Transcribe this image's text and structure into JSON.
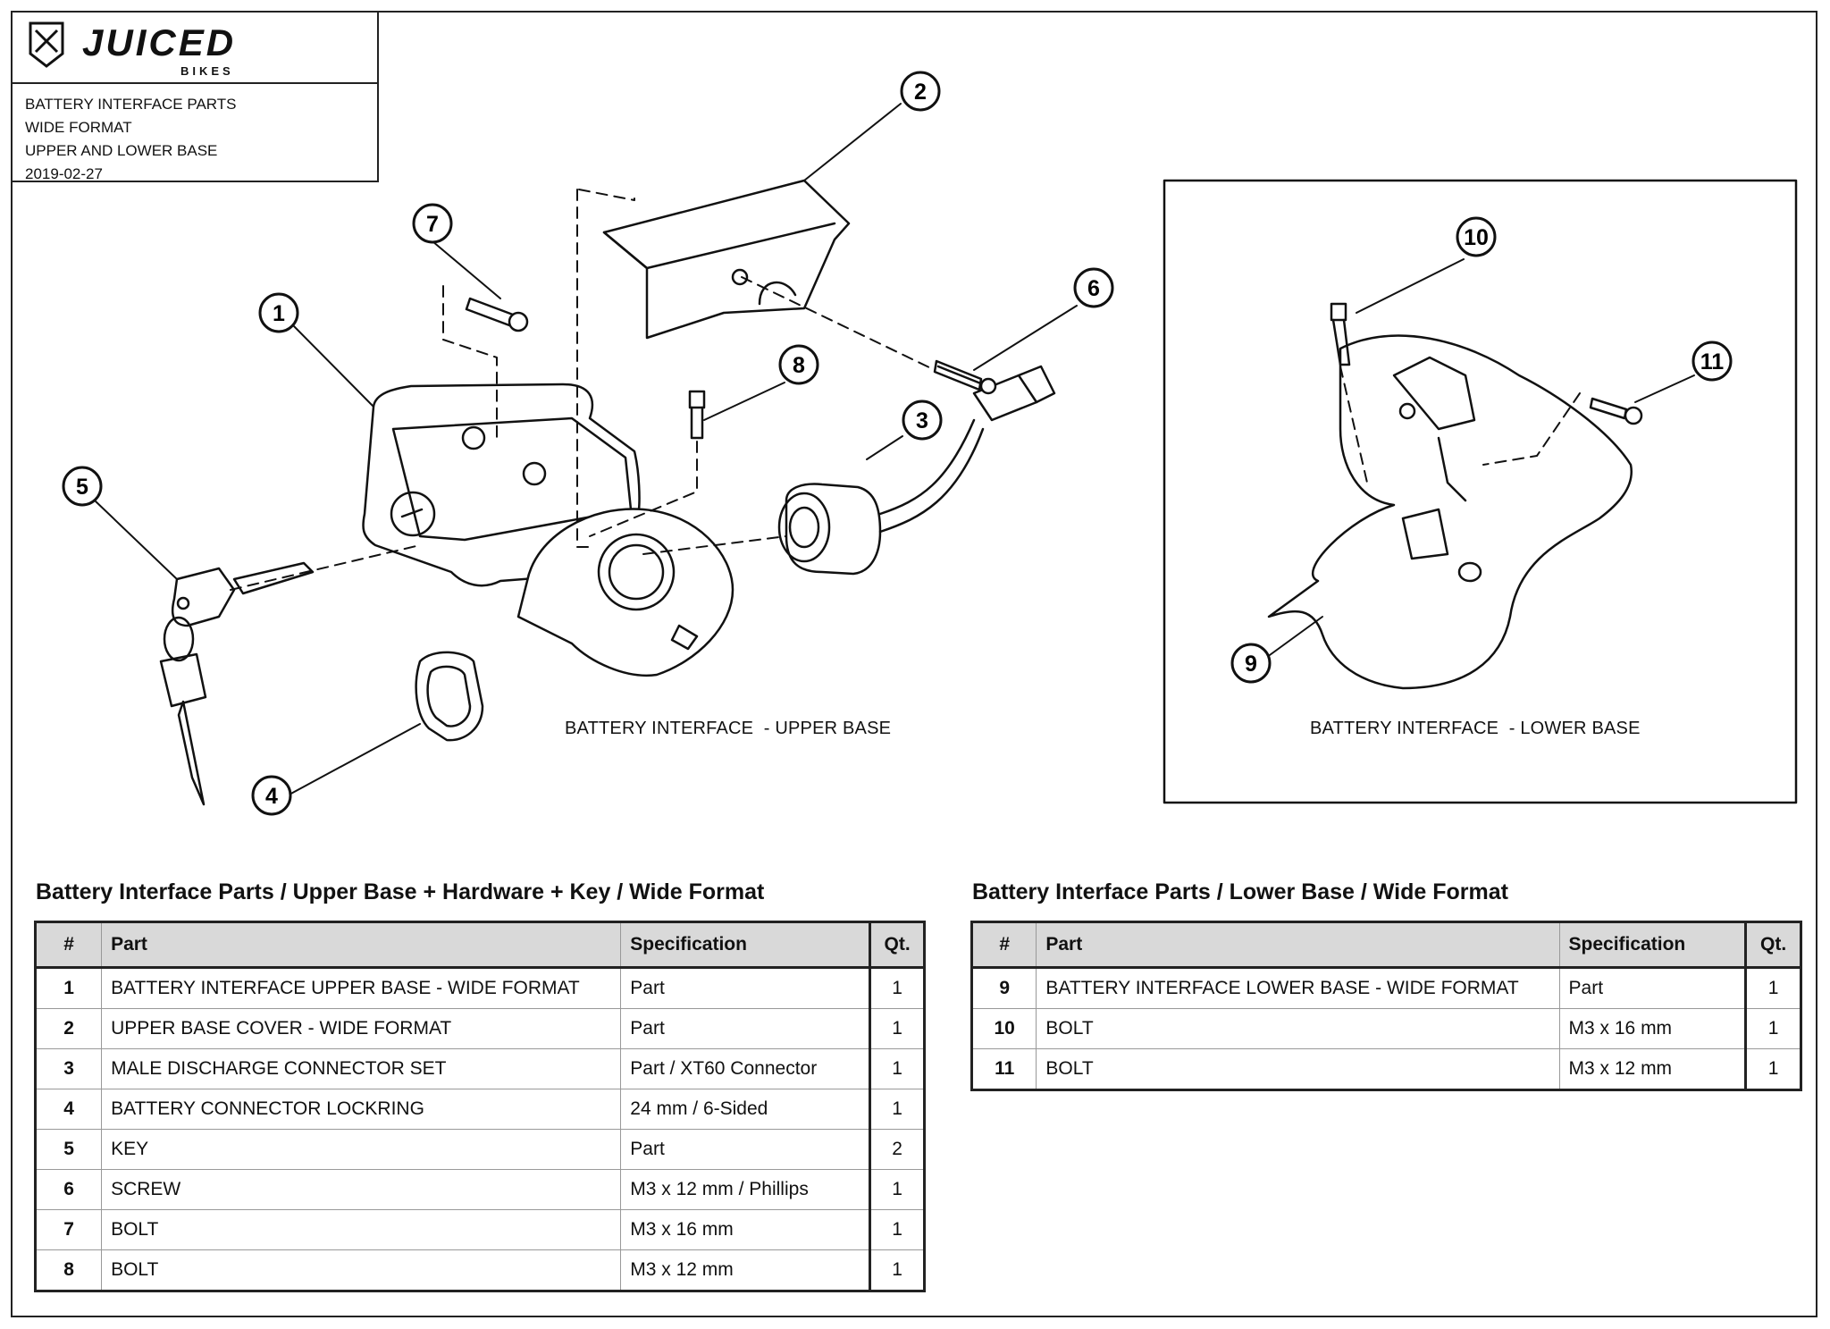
{
  "titleblock": {
    "logo_text": "JUICED",
    "logo_subtext": "BIKES",
    "line1": "BATTERY INTERFACE PARTS",
    "line2": "WIDE FORMAT",
    "line3": "UPPER AND LOWER BASE",
    "date": "2019-02-27"
  },
  "captions": {
    "upper": "BATTERY INTERFACE  - UPPER BASE",
    "lower": "BATTERY INTERFACE  - LOWER BASE"
  },
  "callouts": [
    "1",
    "2",
    "3",
    "4",
    "5",
    "6",
    "7",
    "8",
    "9",
    "10",
    "11"
  ],
  "tables": {
    "upper": {
      "title": "Battery Interface Parts / Upper Base + Hardware + Key / Wide Format",
      "headers": [
        "#",
        "Part",
        "Specification",
        "Qt."
      ],
      "rows": [
        [
          "1",
          "BATTERY INTERFACE UPPER BASE - WIDE FORMAT",
          "Part",
          "1"
        ],
        [
          "2",
          "UPPER BASE COVER - WIDE FORMAT",
          "Part",
          "1"
        ],
        [
          "3",
          "MALE DISCHARGE CONNECTOR SET",
          "Part / XT60 Connector",
          "1"
        ],
        [
          "4",
          "BATTERY CONNECTOR LOCKRING",
          "24 mm / 6-Sided",
          "1"
        ],
        [
          "5",
          "KEY",
          "Part",
          "2"
        ],
        [
          "6",
          "SCREW",
          "M3 x 12 mm / Phillips",
          "1"
        ],
        [
          "7",
          "BOLT",
          "M3 x 16 mm",
          "1"
        ],
        [
          "8",
          "BOLT",
          "M3 x 12 mm",
          "1"
        ]
      ]
    },
    "lower": {
      "title": "Battery Interface Parts / Lower Base / Wide Format",
      "headers": [
        "#",
        "Part",
        "Specification",
        "Qt."
      ],
      "rows": [
        [
          "9",
          "BATTERY INTERFACE LOWER BASE - WIDE FORMAT",
          "Part",
          "1"
        ],
        [
          "10",
          "BOLT",
          "M3 x 16 mm",
          "1"
        ],
        [
          "11",
          "BOLT",
          "M3 x 12 mm",
          "1"
        ]
      ]
    }
  }
}
